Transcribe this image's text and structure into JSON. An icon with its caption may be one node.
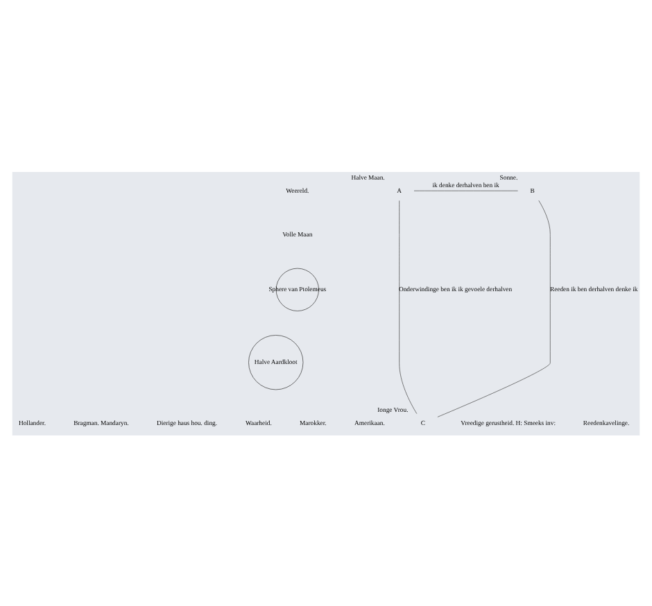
{
  "diagram": {
    "nodes": [
      {
        "text": [
          "A"
        ],
        "beside": [
          "Halve Maan."
        ]
      },
      {
        "text": [
          "B"
        ],
        "beside": [
          "Sonne."
        ]
      },
      {
        "text": [
          "C"
        ],
        "beside": [
          "Ionge Vrou."
        ]
      },
      {
        "text": [
          "Sphere van Ptolemeus"
        ]
      },
      {
        "text": [
          "Halve Aardkloot"
        ]
      }
    ],
    "edges": [
      {
        "from": 0,
        "to": 1,
        "arrow": "none",
        "label": "ik denke derhalven ben ik"
      },
      {
        "from": 1,
        "to": 2,
        "arrow": "none",
        "label": "Reeden ik ben derhalven denke ik"
      },
      {
        "from": 0,
        "to": 2,
        "arrow": "none",
        "label": "Onderwindinge ben ik ik gevoele derhalven"
      }
    ],
    "labels": [
      "Weereld.",
      "Volle Maan",
      "Hollander.",
      "Bragman. Mandaryn.",
      "Dierige haus hou. ding.",
      "Waarheid.",
      "Marokker.",
      "Amerikaan.",
      "Vreedige gerustheid. H: Smeeks inv:",
      "Reedenkavelinge."
    ]
  }
}
